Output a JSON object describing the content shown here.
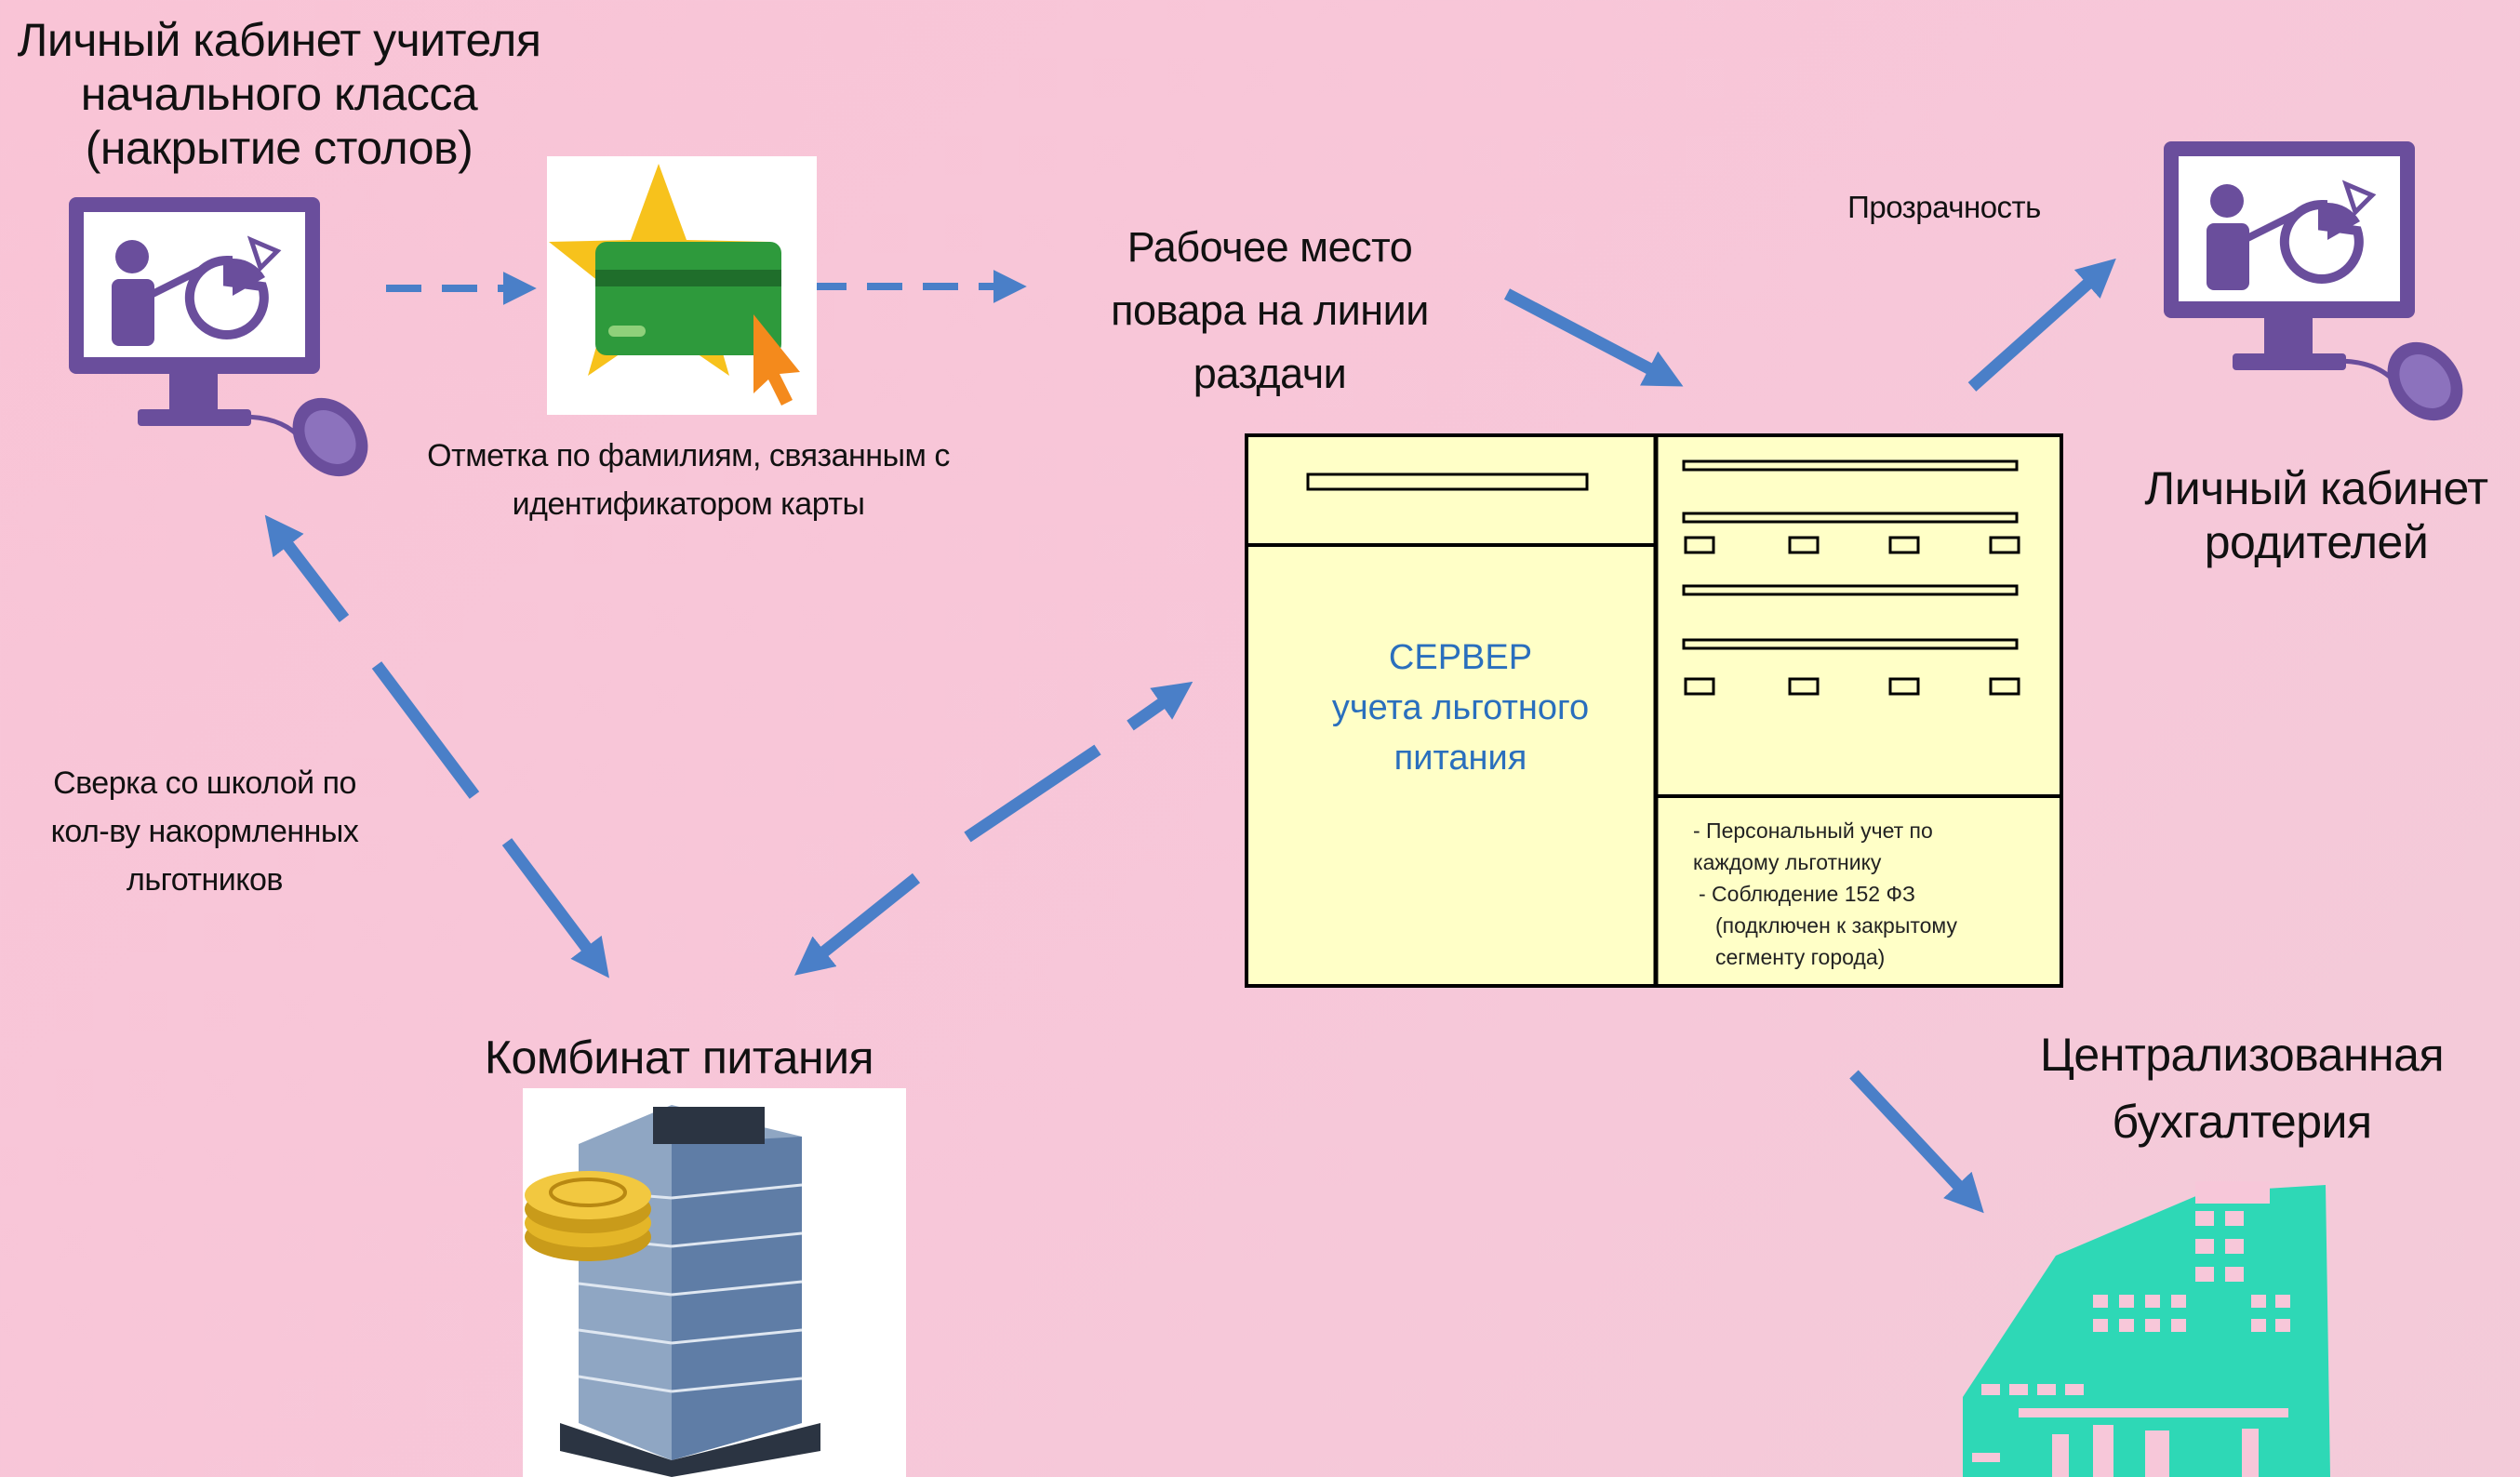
{
  "labels": {
    "teacher_cabinet": [
      "Личный кабинет учителя",
      "начального класса",
      "(накрытие столов)"
    ],
    "card_caption": [
      "Отметка по фамилиям, связанным с",
      "идентификатором карты"
    ],
    "cook_workplace": [
      "Рабочее место",
      "повара на линии",
      "раздачи"
    ],
    "transparency": "Прозрачность",
    "parents_cabinet": [
      "Личный кабинет",
      "родителей"
    ],
    "reconciliation": [
      "Сверка со школой по",
      "кол-ву накормленных",
      "льготников"
    ],
    "food_plant": "Комбинат питания",
    "accounting": [
      "Централизованная",
      "бухгалтерия"
    ]
  },
  "server": {
    "title": [
      "СЕРВЕР",
      "учета льготного",
      "питания"
    ],
    "notes": [
      "- Персональный учет по",
      "каждому льготнику",
      "- Соблюдение 152 ФЗ",
      "(подключен к закрытому",
      "сегменту города)"
    ]
  },
  "icons": {
    "teacher": "presentation-monitor-icon",
    "card": "card-star-icon",
    "parents": "presentation-monitor-icon",
    "plant": "office-building-coins-icon",
    "accounting": "city-buildings-icon"
  },
  "colors": {
    "arrow": "#4a7fc8",
    "icon_purple": "#6a4e9c",
    "server_fill": "#ffffc7",
    "server_title": "#2a6fbd",
    "accounting_teal": "#2ed8b6"
  }
}
